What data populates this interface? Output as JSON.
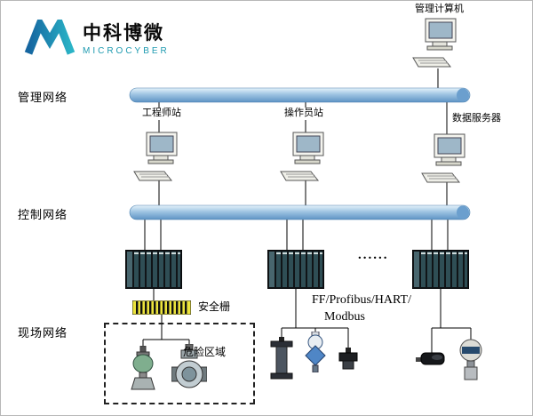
{
  "brand": {
    "name_cn": "中科博微",
    "name_en": "MICROCYBER"
  },
  "network_layers": {
    "management": "管理网络",
    "control": "控制网络",
    "field": "现场网络"
  },
  "stations": {
    "management_computer": "管理计算机",
    "engineer_station": "工程师站",
    "operator_station": "操作员站",
    "data_server": "数据服务器"
  },
  "field_section": {
    "safety_barrier": "安全栅",
    "hazard_area": "危险区域",
    "fieldbus_line1": "FF/Profibus/HART/",
    "fieldbus_line2": "Modbus",
    "rack_ellipsis": "......"
  },
  "icons": {
    "management_computer": "desktop-computer-icon",
    "engineer_station": "desktop-computer-icon",
    "operator_station": "desktop-computer-icon",
    "data_server": "desktop-computer-icon",
    "controller_racks": "io-module-rack-icon",
    "safety_barrier": "striped-safety-barrier-icon",
    "field_instruments": [
      "control-valve-icon",
      "flow-meter-icon",
      "wafer-flow-meter-icon",
      "pressure-transmitter-icon",
      "shutoff-valve-icon",
      "compact-gauge-icon",
      "smart-transmitter-icon"
    ],
    "brand_logo": "microcyber-m-icon"
  },
  "colors": {
    "bus_top": "#ddeef8",
    "bus_mid": "#9ec4e2",
    "bus_bottom": "#5d93c4",
    "brand_teal": "#1e9ab0",
    "barrier_yellow": "#ece43c",
    "rack_module": "#2f4e55",
    "line": "#000000"
  }
}
